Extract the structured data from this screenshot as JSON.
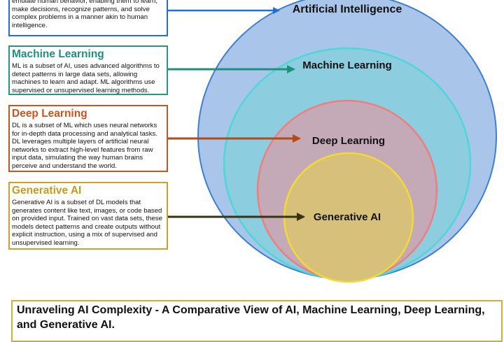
{
  "colors": {
    "ai": "#1f6fd8",
    "ml": "#2a9486",
    "dl": "#c8551d",
    "gen": "#c9a227"
  },
  "boxes": {
    "ai": {
      "description": "emulate human behavior, enabling them to learn, make decisions, recognize patterns, and solve complex problems in a manner akin to human intelligence."
    },
    "ml": {
      "title": "Machine Learning",
      "description": "ML is a subset of AI, uses advanced algorithms to detect patterns in large data sets, allowing machines to learn and adapt. ML algorithms use supervised or unsupervised learning methods."
    },
    "dl": {
      "title": "Deep Learning",
      "description": "DL is a subset of ML which uses neural networks for in-depth data processing and analytical tasks. DL leverages multiple layers of artificial neural networks to extract high-level features from raw input data, simulating the way human brains perceive and understand the world."
    },
    "gen": {
      "title": "Generative AI",
      "description": "Generative AI is a subset of DL models that generates content like text, images, or code based on provided input. Trained on vast data sets, these models detect patterns and create outputs without explicit instruction, using a mix of supervised and unsupervised learning."
    }
  },
  "circles": {
    "ai": "Artificial Intelligence",
    "ml": "Machine Learning",
    "dl": "Deep Learning",
    "gen": "Generative AI"
  },
  "caption": "Unraveling AI Complexity - A Comparative View of AI, Machine Learning, Deep Learning, and Generative AI."
}
